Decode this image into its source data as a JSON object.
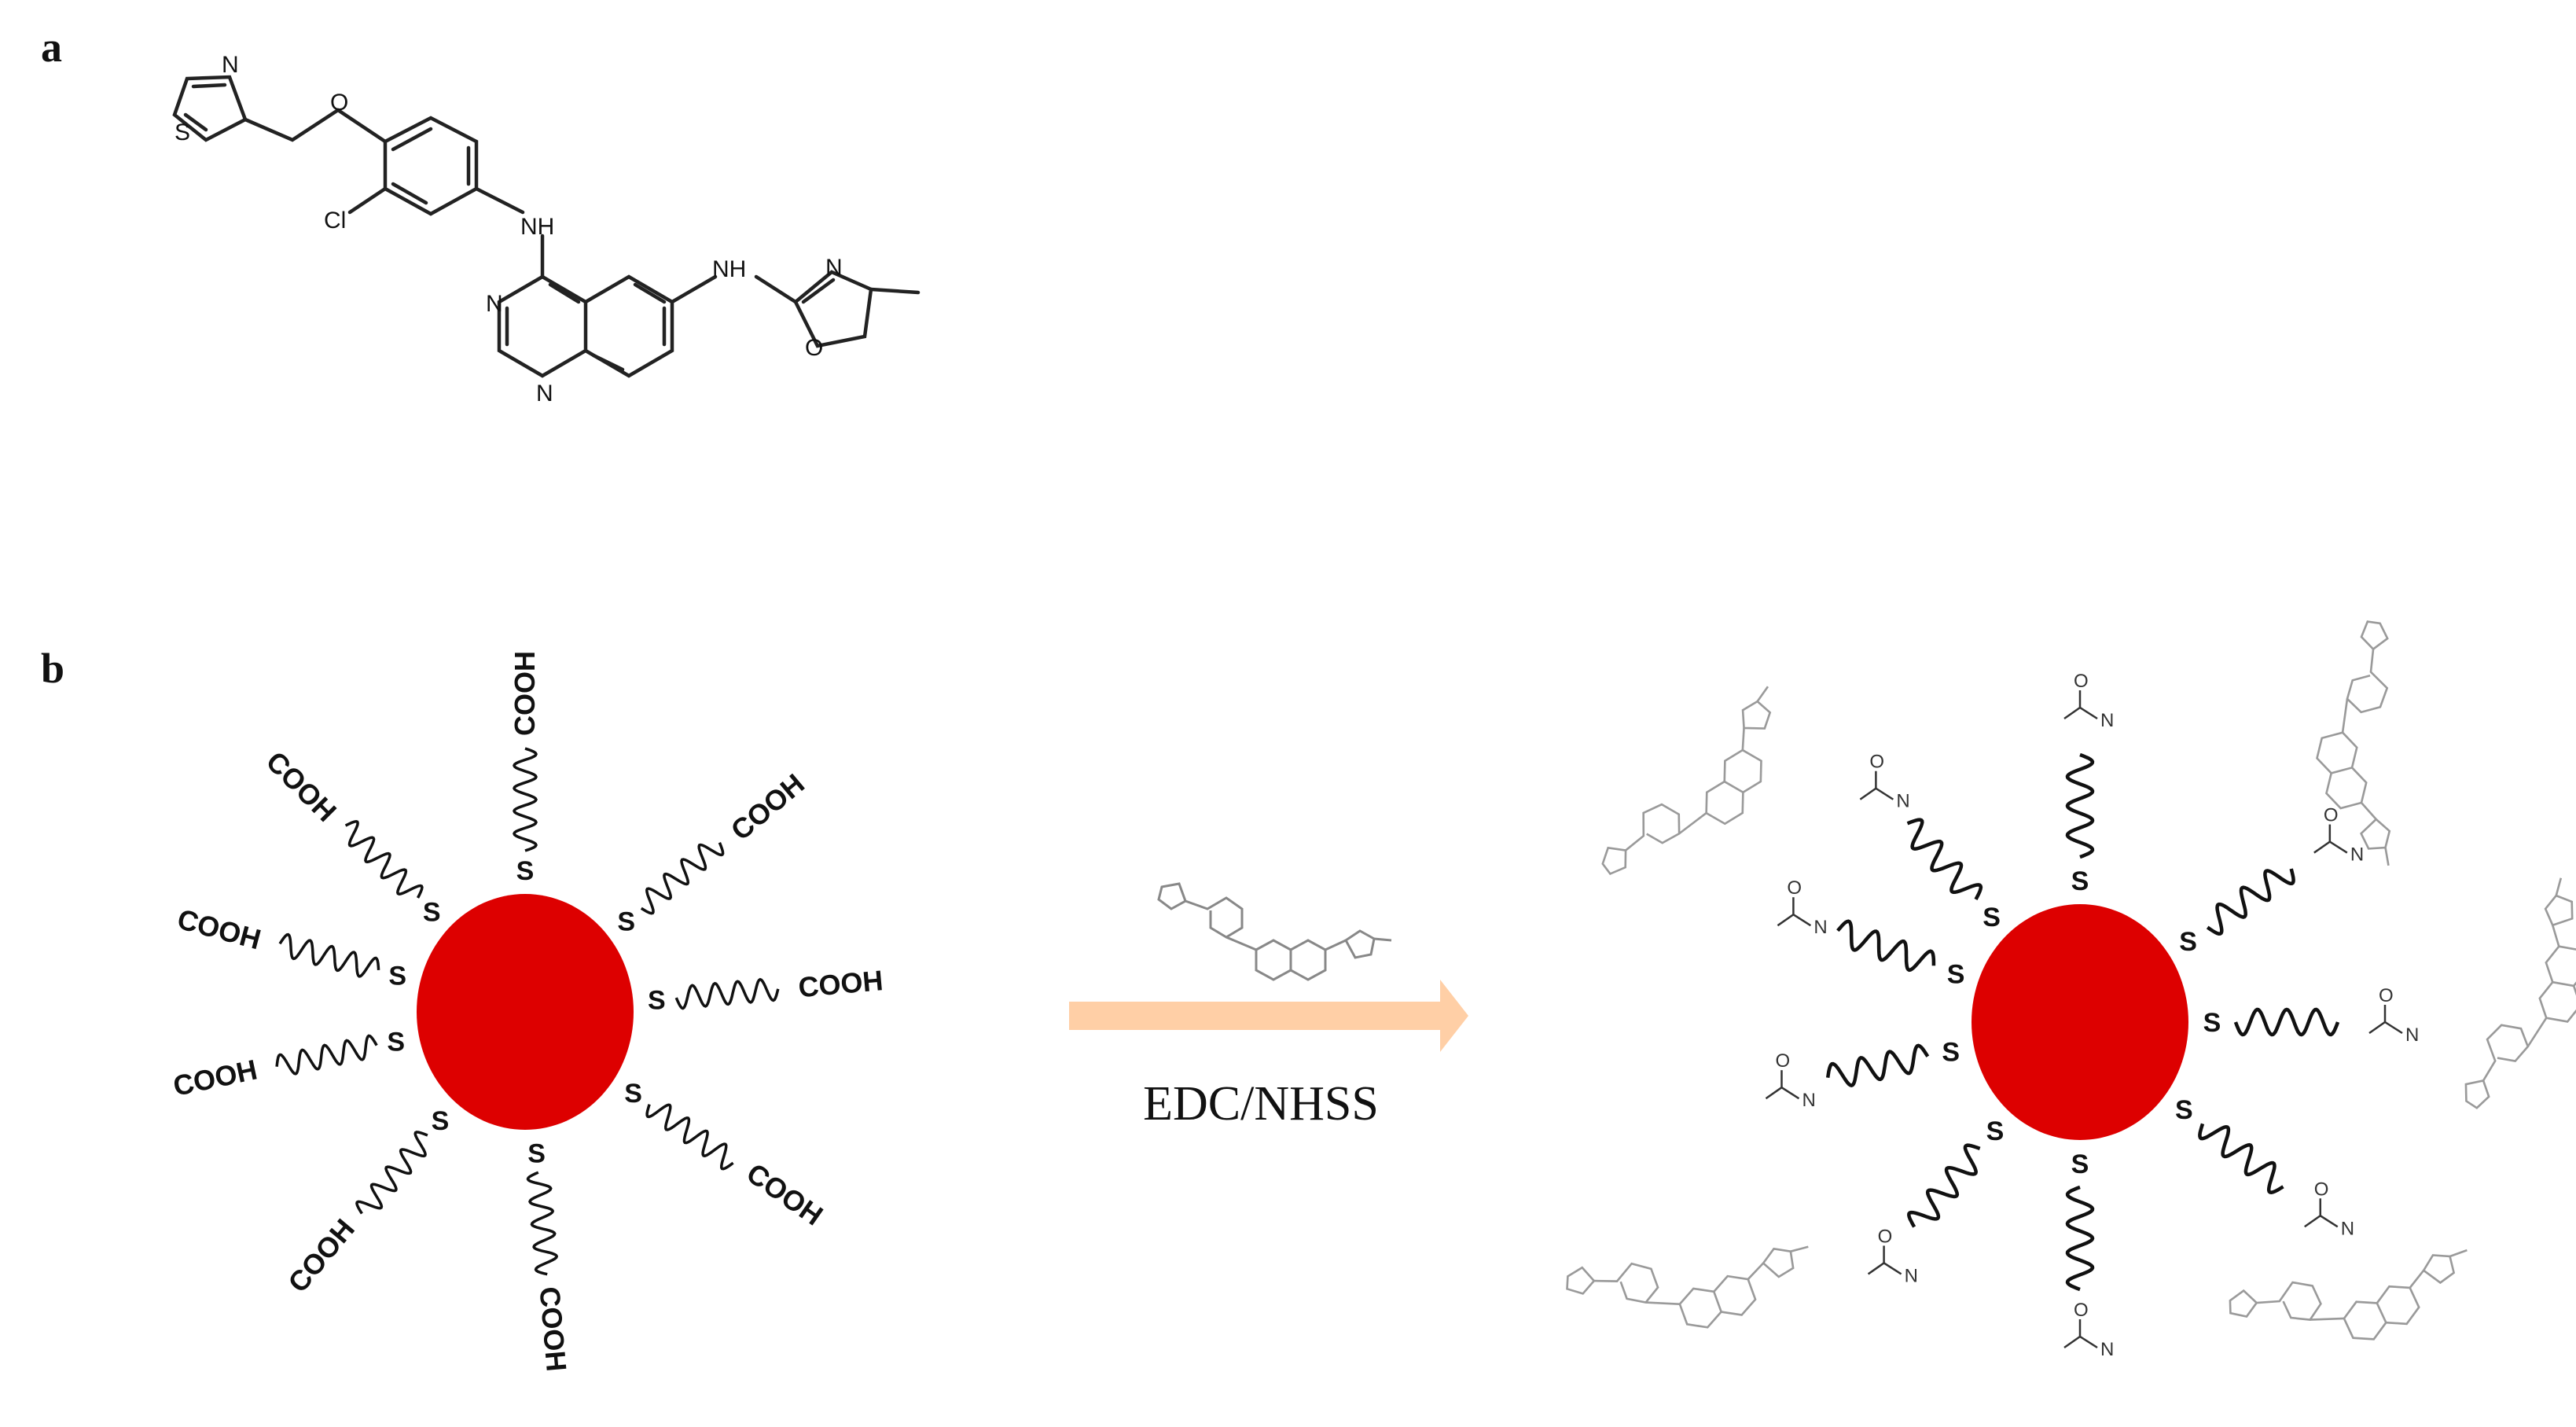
{
  "panel_a": {
    "label": "a",
    "atoms": {
      "n1": "N",
      "s1": "S",
      "o1": "O",
      "cl": "Cl",
      "nh1": "NH",
      "nh2": "NH",
      "n2": "N",
      "n3": "N",
      "n4": "N",
      "o2": "O"
    }
  },
  "panel_b": {
    "label": "b",
    "sulfur_label": "S",
    "cooh_label": "COOH",
    "arrow_reagent": "EDC/NHSS",
    "amide_atoms": {
      "o": "O",
      "n": "N"
    }
  },
  "colors": {
    "nanoparticle": "#dd0000",
    "arrow": "#ffcfa6",
    "ink": "#111111",
    "faded_ink": "#9a9a9a"
  }
}
